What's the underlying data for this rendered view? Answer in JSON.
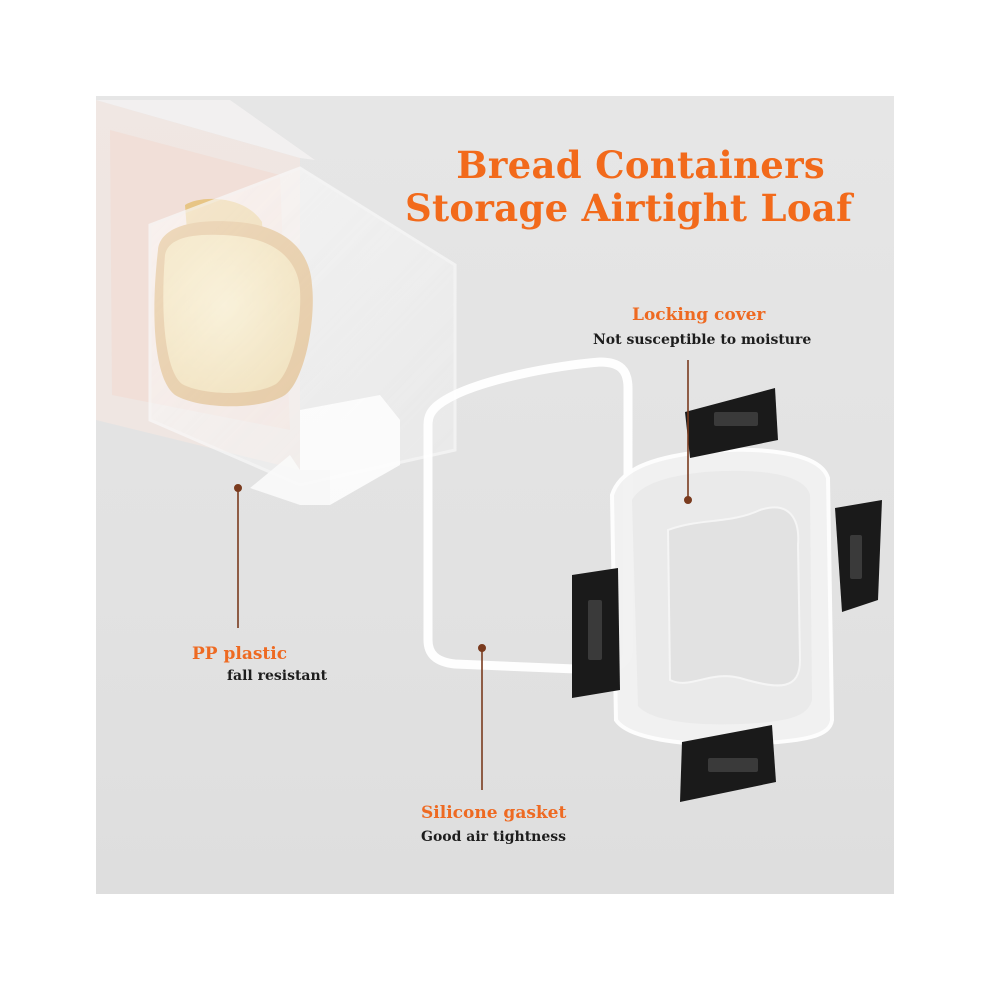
{
  "title": {
    "line1": "Bread Containers",
    "line2": "Storage Airtight Loaf"
  },
  "callouts": {
    "locking_cover": {
      "label": "Locking cover",
      "detail": "Not susceptible to moisture"
    },
    "pp_plastic": {
      "label": "PP plastic",
      "detail": "fall resistant"
    },
    "silicone_gasket": {
      "label": "Silicone gasket",
      "detail": "Good air tightness"
    }
  },
  "colors": {
    "accent": "#f26a1b",
    "leader_line": "#7a3b1e",
    "background": "#e4e4e4",
    "clip": "#1a1a1a"
  }
}
